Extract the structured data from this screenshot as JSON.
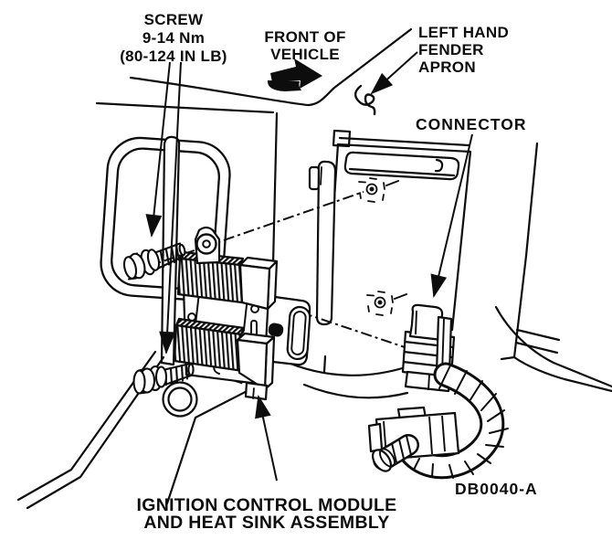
{
  "figure": {
    "code": "DB0040-A",
    "ink_color": "#0d0d0d",
    "paper_color": "#ffffff",
    "labels": {
      "screw": {
        "title": "SCREW",
        "torque_metric": "9-14 Nm",
        "torque_imperial": "(80-124 IN LB)"
      },
      "front_of_vehicle": {
        "line1": "FRONT OF",
        "line2": "VEHICLE"
      },
      "fender_apron": {
        "line1": "LEFT HAND",
        "line2": "FENDER",
        "line3": "APRON"
      },
      "connector": {
        "title": "CONNECTOR"
      },
      "module": {
        "line1": "IGNITION CONTROL MODULE",
        "line2": "AND HEAT SINK ASSEMBLY"
      }
    }
  }
}
